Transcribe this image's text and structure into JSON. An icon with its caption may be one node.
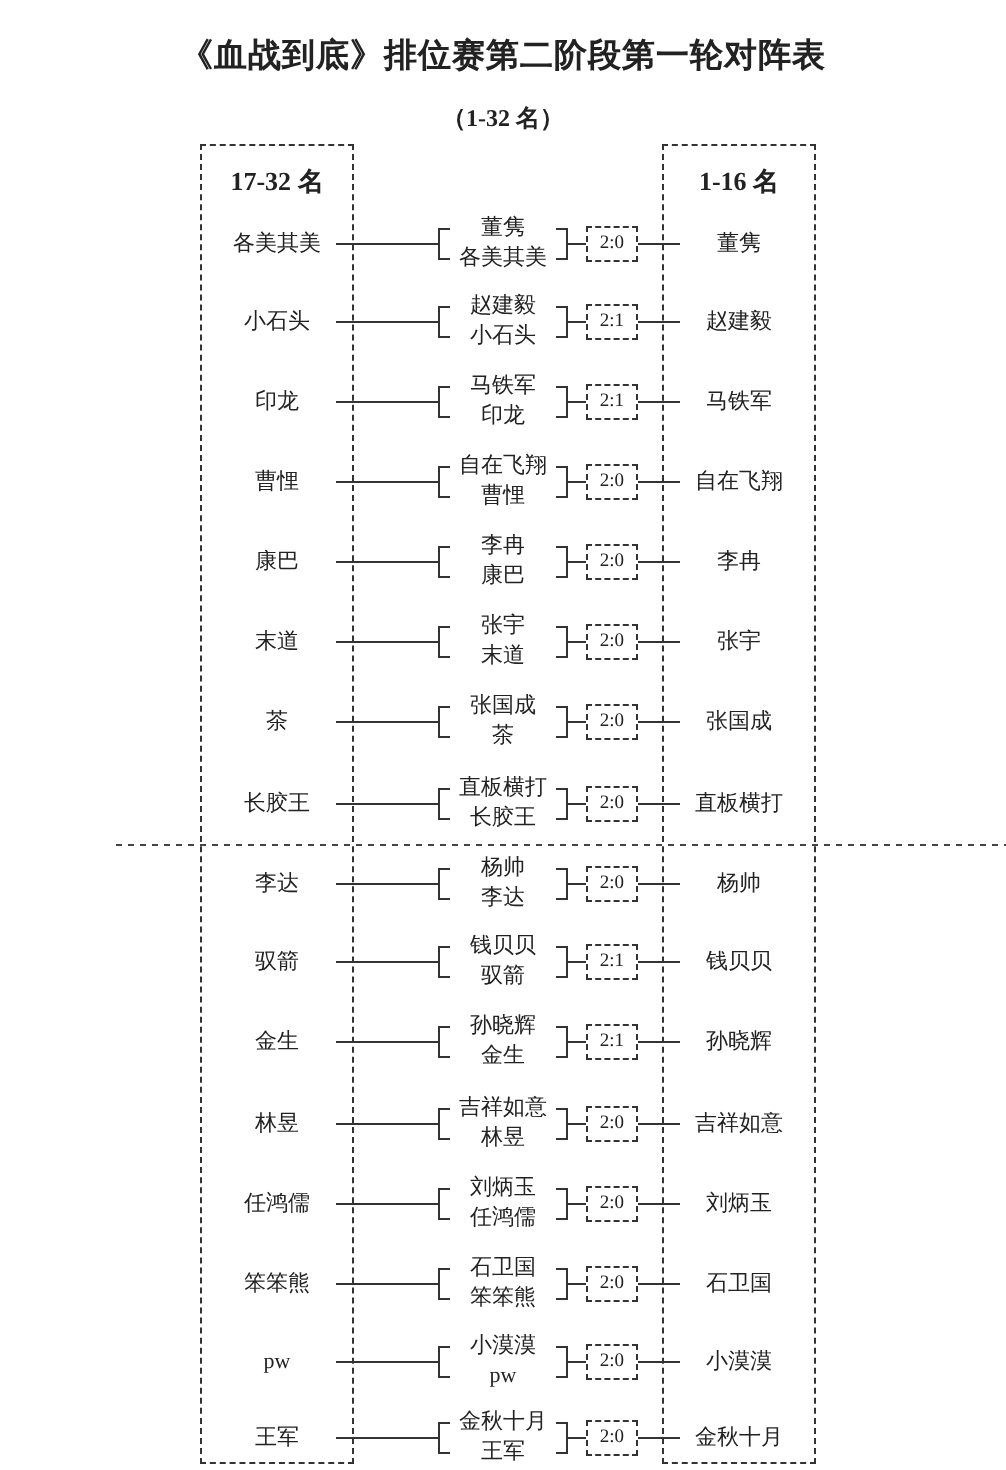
{
  "diagram": {
    "title": "《血战到底》排位赛第二阶段第一轮对阵表",
    "nodes": [
      {
        "text": [
          "17-32 名"
        ]
      },
      {
        "text": [
          "1-16 名"
        ]
      },
      {
        "text": [
          "各美其美"
        ],
        "in": 0
      },
      {
        "text": [
          "董隽",
          "各美其美"
        ]
      },
      {
        "text": [
          "2:0"
        ]
      },
      {
        "text": [
          "董隽"
        ],
        "in": 1
      },
      {
        "text": [
          "小石头"
        ],
        "in": 0
      },
      {
        "text": [
          "赵建毅",
          "小石头"
        ]
      },
      {
        "text": [
          "2:1"
        ]
      },
      {
        "text": [
          "赵建毅"
        ],
        "in": 1
      },
      {
        "text": [
          "印龙"
        ],
        "in": 0
      },
      {
        "text": [
          "马铁军",
          "印龙"
        ]
      },
      {
        "text": [
          "2:1"
        ]
      },
      {
        "text": [
          "马铁军"
        ],
        "in": 1
      },
      {
        "text": [
          "曹悝"
        ],
        "in": 0
      },
      {
        "text": [
          "自在飞翔",
          "曹悝"
        ]
      },
      {
        "text": [
          "2:0"
        ]
      },
      {
        "text": [
          "自在飞翔"
        ],
        "in": 1
      },
      {
        "text": [
          "康巴"
        ],
        "in": 0
      },
      {
        "text": [
          "李冉",
          "康巴"
        ]
      },
      {
        "text": [
          "2:0"
        ]
      },
      {
        "text": [
          "李冉"
        ],
        "in": 1
      },
      {
        "text": [
          "末道"
        ],
        "in": 0
      },
      {
        "text": [
          "张宇",
          "末道"
        ]
      },
      {
        "text": [
          "2:0"
        ]
      },
      {
        "text": [
          "张宇"
        ],
        "in": 1
      },
      {
        "text": [
          "茶"
        ],
        "in": 0
      },
      {
        "text": [
          "张国成",
          "茶"
        ]
      },
      {
        "text": [
          "2:0"
        ]
      },
      {
        "text": [
          "张国成"
        ],
        "in": 1
      },
      {
        "text": [
          "长胶王"
        ],
        "in": 0
      },
      {
        "text": [
          "直板横打",
          "长胶王"
        ]
      },
      {
        "text": [
          "2:0"
        ]
      },
      {
        "text": [
          "直板横打"
        ],
        "in": 1
      },
      {
        "text": [
          "李达"
        ],
        "in": 0
      },
      {
        "text": [
          "杨帅",
          "李达"
        ]
      },
      {
        "text": [
          "2:0"
        ]
      },
      {
        "text": [
          "杨帅"
        ],
        "in": 1
      },
      {
        "text": [
          "驭箭"
        ],
        "in": 0
      },
      {
        "text": [
          "钱贝贝",
          "驭箭"
        ]
      },
      {
        "text": [
          "2:1"
        ]
      },
      {
        "text": [
          "钱贝贝"
        ],
        "in": 1
      },
      {
        "text": [
          "金生"
        ],
        "in": 0
      },
      {
        "text": [
          "孙晓辉",
          "金生"
        ]
      },
      {
        "text": [
          "2:1"
        ]
      },
      {
        "text": [
          "孙晓辉"
        ],
        "in": 1
      },
      {
        "text": [
          "林昱"
        ],
        "in": 0
      },
      {
        "text": [
          "吉祥如意",
          "林昱"
        ]
      },
      {
        "text": [
          "2:0"
        ]
      },
      {
        "text": [
          "吉祥如意"
        ],
        "in": 1
      },
      {
        "text": [
          "任鸿儒"
        ],
        "in": 0
      },
      {
        "text": [
          "刘炳玉",
          "任鸿儒"
        ]
      },
      {
        "text": [
          "2:0"
        ]
      },
      {
        "text": [
          "刘炳玉"
        ],
        "in": 1
      },
      {
        "text": [
          "笨笨熊"
        ],
        "in": 0
      },
      {
        "text": [
          "石卫国",
          "笨笨熊"
        ]
      },
      {
        "text": [
          "2:0"
        ]
      },
      {
        "text": [
          "石卫国"
        ],
        "in": 1
      },
      {
        "text": [
          "pw"
        ],
        "in": 0
      },
      {
        "text": [
          "小漠漠",
          "pw"
        ]
      },
      {
        "text": [
          "2:0"
        ]
      },
      {
        "text": [
          "小漠漠"
        ],
        "in": 1
      },
      {
        "text": [
          "王军"
        ],
        "in": 0
      },
      {
        "text": [
          "金秋十月",
          "王军"
        ]
      },
      {
        "text": [
          "2:0"
        ]
      },
      {
        "text": [
          "金秋十月"
        ],
        "in": 1
      }
    ],
    "edges": [
      {
        "from": 2,
        "to": 3,
        "arrow": "none"
      },
      {
        "from": 3,
        "to": 4,
        "arrow": "none"
      },
      {
        "from": 4,
        "to": 5,
        "arrow": "none"
      },
      {
        "from": 6,
        "to": 7,
        "arrow": "none"
      },
      {
        "from": 7,
        "to": 8,
        "arrow": "none"
      },
      {
        "from": 8,
        "to": 9,
        "arrow": "none"
      },
      {
        "from": 10,
        "to": 11,
        "arrow": "none"
      },
      {
        "from": 11,
        "to": 12,
        "arrow": "none"
      },
      {
        "from": 12,
        "to": 13,
        "arrow": "none"
      },
      {
        "from": 14,
        "to": 15,
        "arrow": "none"
      },
      {
        "from": 15,
        "to": 16,
        "arrow": "none"
      },
      {
        "from": 16,
        "to": 17,
        "arrow": "none"
      },
      {
        "from": 18,
        "to": 19,
        "arrow": "none"
      },
      {
        "from": 19,
        "to": 20,
        "arrow": "none"
      },
      {
        "from": 20,
        "to": 21,
        "arrow": "none"
      },
      {
        "from": 22,
        "to": 23,
        "arrow": "none"
      },
      {
        "from": 23,
        "to": 24,
        "arrow": "none"
      },
      {
        "from": 24,
        "to": 25,
        "arrow": "none"
      },
      {
        "from": 26,
        "to": 27,
        "arrow": "none"
      },
      {
        "from": 27,
        "to": 28,
        "arrow": "none"
      },
      {
        "from": 28,
        "to": 29,
        "arrow": "none"
      },
      {
        "from": 30,
        "to": 31,
        "arrow": "none"
      },
      {
        "from": 31,
        "to": 32,
        "arrow": "none"
      },
      {
        "from": 32,
        "to": 33,
        "arrow": "none"
      },
      {
        "from": 34,
        "to": 35,
        "arrow": "none"
      },
      {
        "from": 35,
        "to": 36,
        "arrow": "none"
      },
      {
        "from": 36,
        "to": 37,
        "arrow": "none"
      },
      {
        "from": 38,
        "to": 39,
        "arrow": "none"
      },
      {
        "from": 39,
        "to": 40,
        "arrow": "none"
      },
      {
        "from": 40,
        "to": 41,
        "arrow": "none"
      },
      {
        "from": 42,
        "to": 43,
        "arrow": "none"
      },
      {
        "from": 43,
        "to": 44,
        "arrow": "none"
      },
      {
        "from": 44,
        "to": 45,
        "arrow": "none"
      },
      {
        "from": 46,
        "to": 47,
        "arrow": "none"
      },
      {
        "from": 47,
        "to": 48,
        "arrow": "none"
      },
      {
        "from": 48,
        "to": 49,
        "arrow": "none"
      },
      {
        "from": 50,
        "to": 51,
        "arrow": "none"
      },
      {
        "from": 51,
        "to": 52,
        "arrow": "none"
      },
      {
        "from": 52,
        "to": 53,
        "arrow": "none"
      },
      {
        "from": 54,
        "to": 55,
        "arrow": "none"
      },
      {
        "from": 55,
        "to": 56,
        "arrow": "none"
      },
      {
        "from": 56,
        "to": 57,
        "arrow": "none"
      },
      {
        "from": 58,
        "to": 59,
        "arrow": "none"
      },
      {
        "from": 59,
        "to": 60,
        "arrow": "none"
      },
      {
        "from": 60,
        "to": 61,
        "arrow": "none"
      },
      {
        "from": 62,
        "to": 63,
        "arrow": "none"
      },
      {
        "from": 63,
        "to": 64,
        "arrow": "none"
      },
      {
        "from": 64,
        "to": 65,
        "arrow": "none"
      }
    ],
    "labels": [
      "（1-32 名）"
    ]
  }
}
